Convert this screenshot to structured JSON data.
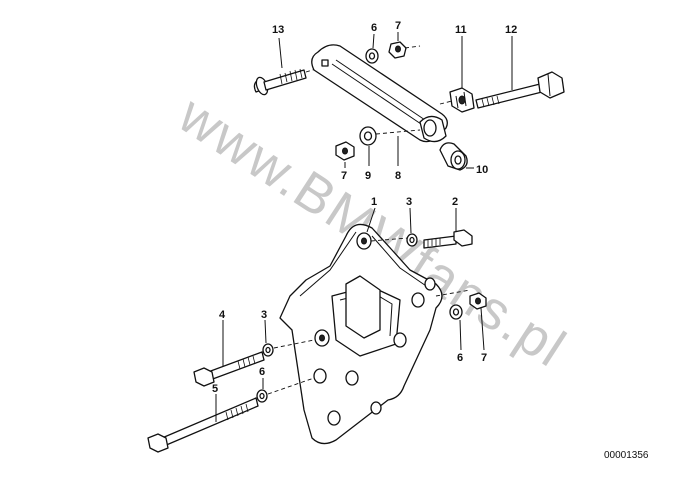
{
  "diagram": {
    "watermark": "www.BMWfans.pl",
    "reference_number": "00001356",
    "callouts": [
      {
        "id": "c13",
        "label": "13"
      },
      {
        "id": "c6a",
        "label": "6"
      },
      {
        "id": "c7a",
        "label": "7"
      },
      {
        "id": "c11",
        "label": "11"
      },
      {
        "id": "c12",
        "label": "12"
      },
      {
        "id": "c7b",
        "label": "7"
      },
      {
        "id": "c9",
        "label": "9"
      },
      {
        "id": "c8",
        "label": "8"
      },
      {
        "id": "c10",
        "label": "10"
      },
      {
        "id": "c1",
        "label": "1"
      },
      {
        "id": "c3a",
        "label": "3"
      },
      {
        "id": "c2",
        "label": "2"
      },
      {
        "id": "c4",
        "label": "4"
      },
      {
        "id": "c3b",
        "label": "3"
      },
      {
        "id": "c6b",
        "label": "6"
      },
      {
        "id": "c5",
        "label": "5"
      },
      {
        "id": "c6c",
        "label": "6"
      },
      {
        "id": "c7c",
        "label": "7"
      }
    ]
  }
}
